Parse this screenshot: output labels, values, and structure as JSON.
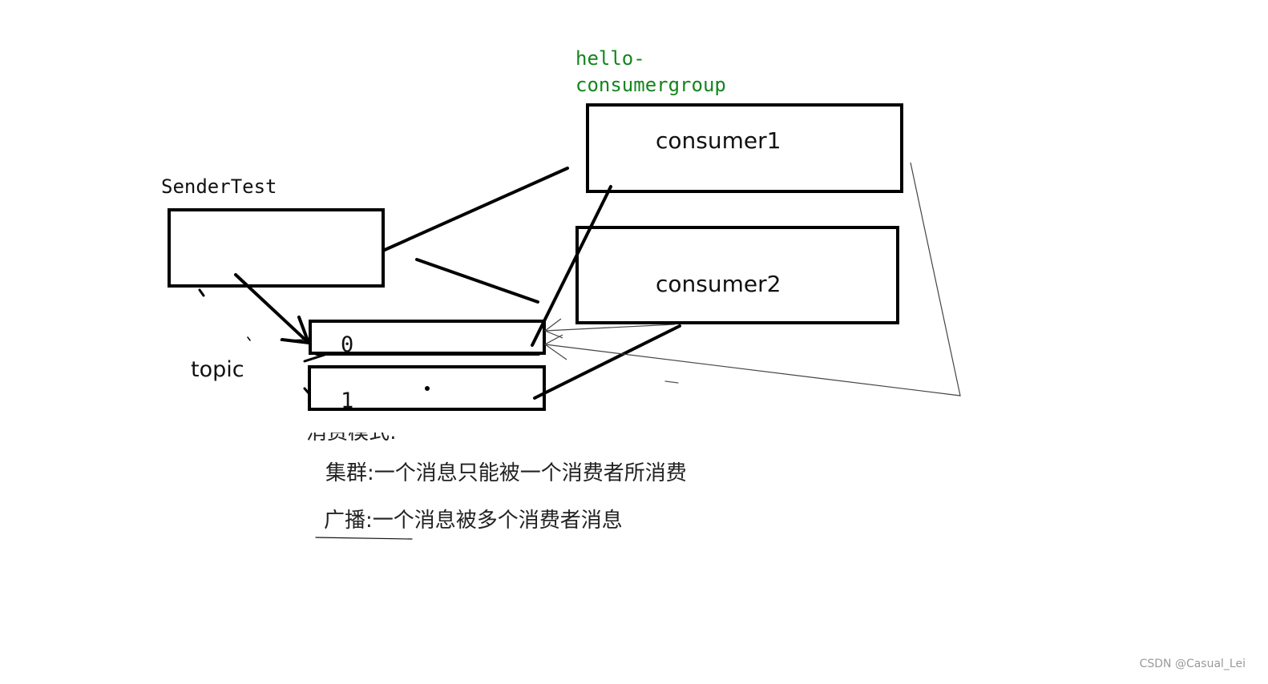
{
  "diagram": {
    "group_label": "hello-\nconsumergroup",
    "sender_label": "SenderTest",
    "consumer1_label": "consumer1",
    "consumer2_label": "consumer2",
    "topic_label": "topic",
    "queue0_label": "0",
    "queue1_label": "1",
    "consume_mode_title": "消费模式:",
    "cluster_mode": "集群:一个消息只能被一个消费者所消费",
    "broadcast_mode": "广播:一个消息被多个消费者消息"
  },
  "watermark": "CSDN @Casual_Lei"
}
